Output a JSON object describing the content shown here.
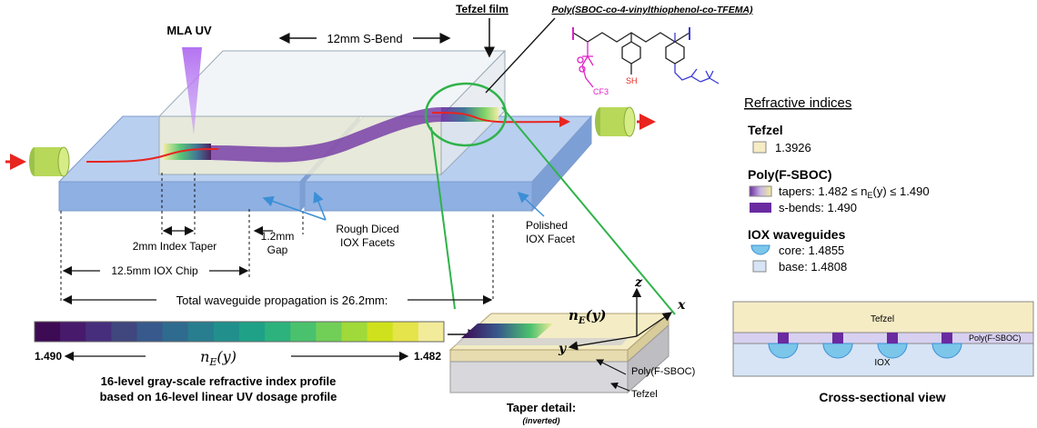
{
  "labels": {
    "mla_uv": "MLA UV",
    "s_bend": "12mm S-Bend",
    "tefzel_film": "Tefzel film",
    "polymer": "Poly(SBOC-co-4-vinylthiophenol-co-TFEMA)",
    "index_taper": "2mm Index Taper",
    "gap_value": "1.2mm",
    "gap_word": "Gap",
    "rough_1": "Rough Diced",
    "rough_2": "IOX Facets",
    "polished_1": "Polished",
    "polished_2": "IOX Facet",
    "iox_chip": "12.5mm IOX Chip",
    "total": "Total waveguide propagation is 26.2mm:",
    "grad_left": "1.490",
    "grad_right": "1.482",
    "ne_symbol": "n",
    "ne_sub": "E",
    "ne_arg": "(y)",
    "profile_1": "16-level gray-scale refractive index profile",
    "profile_2": "based on 16-level linear UV dosage profile",
    "taper_detail": "Taper detail:",
    "inverted": "(inverted)",
    "poly_fsboc": "Poly(F-SBOC)",
    "tefzel_small": "Tefzel",
    "axis_x": "x",
    "axis_y": "y",
    "axis_z": "z",
    "cross_title": "Cross-sectional view",
    "cross_tefzel": "Tefzel",
    "cross_poly": "Poly(F-SBOC)",
    "cross_iox": "IOX",
    "sh": "SH",
    "cf3": "CF3"
  },
  "legend": {
    "heading": "Refractive indices",
    "tefzel_title": "Tefzel",
    "tefzel_val": "1.3926",
    "poly_title": "Poly(F-SBOC)",
    "tapers": "tapers: 1.482 ≤ n",
    "tapers_sub": "E",
    "tapers_end": "(y) ≤ 1.490",
    "sbends": "s-bends: 1.490",
    "iox_title": "IOX waveguides",
    "core": "core: 1.4855",
    "base": "base: 1.4808"
  },
  "colors": {
    "glass": "#a9c3e8",
    "tefzel": "#f6ecc4",
    "sbend": "#6a2aa0",
    "core": "#7cc6ea",
    "arrow_red": "#e8251f",
    "green_line": "#2fb34a",
    "blue_pointer": "#3b8fd6",
    "uv": "#b06cf0",
    "fiber": "#b8d85a"
  },
  "gradient": [
    "#3d0a54",
    "#481a6c",
    "#472e7c",
    "#40467e",
    "#37598c",
    "#2f6b8e",
    "#287d8e",
    "#21908d",
    "#1fa187",
    "#2db27d",
    "#4ac16d",
    "#71cf57",
    "#9fda3a",
    "#cfe11c",
    "#e5e44a",
    "#f2ec9a"
  ]
}
